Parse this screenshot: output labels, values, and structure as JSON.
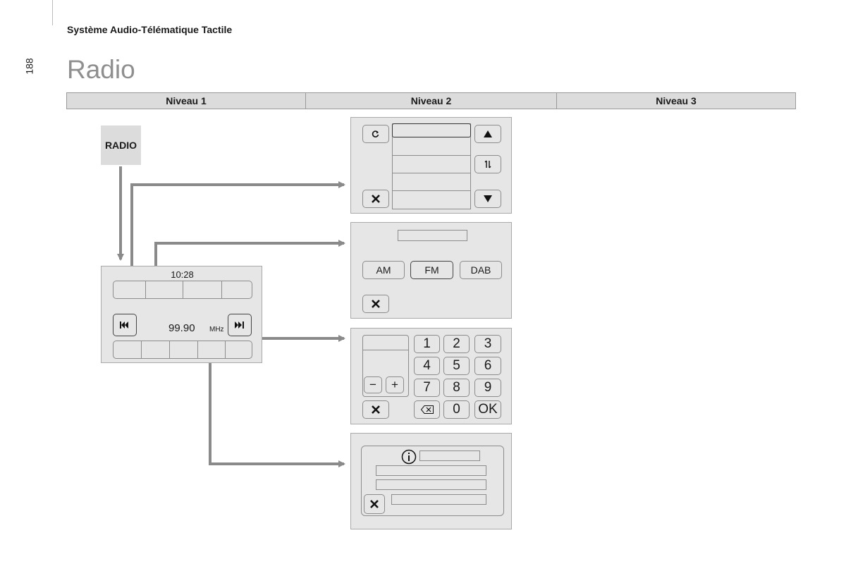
{
  "header": {
    "title": "Système Audio-Télématique Tactile",
    "page_number": "188"
  },
  "section": {
    "title": "Radio"
  },
  "columns": [
    "Niveau 1",
    "Niveau 2",
    "Niveau 3"
  ],
  "level1": {
    "source_button": "RADIO",
    "main_screen": {
      "time": "10:28",
      "frequency": "99.90",
      "unit": "MHz"
    }
  },
  "level2": {
    "band_screen": {
      "bands": [
        "AM",
        "FM",
        "DAB"
      ],
      "selected": "FM"
    },
    "keypad_screen": {
      "keys": [
        "1",
        "2",
        "3",
        "4",
        "5",
        "6",
        "7",
        "8",
        "9",
        "0",
        "OK"
      ],
      "minus": "−",
      "plus": "+"
    }
  },
  "icons": [
    "refresh-icon",
    "close-icon",
    "triangle-up-icon",
    "triangle-down-icon",
    "swap-icon",
    "previous-track-icon",
    "next-track-icon",
    "backspace-icon",
    "info-icon"
  ],
  "colors": {
    "panel": "#e6e6e6",
    "arrow": "#8a8a8a",
    "header_bar": "#dcdcdc",
    "title_gray": "#8f8f8f"
  }
}
